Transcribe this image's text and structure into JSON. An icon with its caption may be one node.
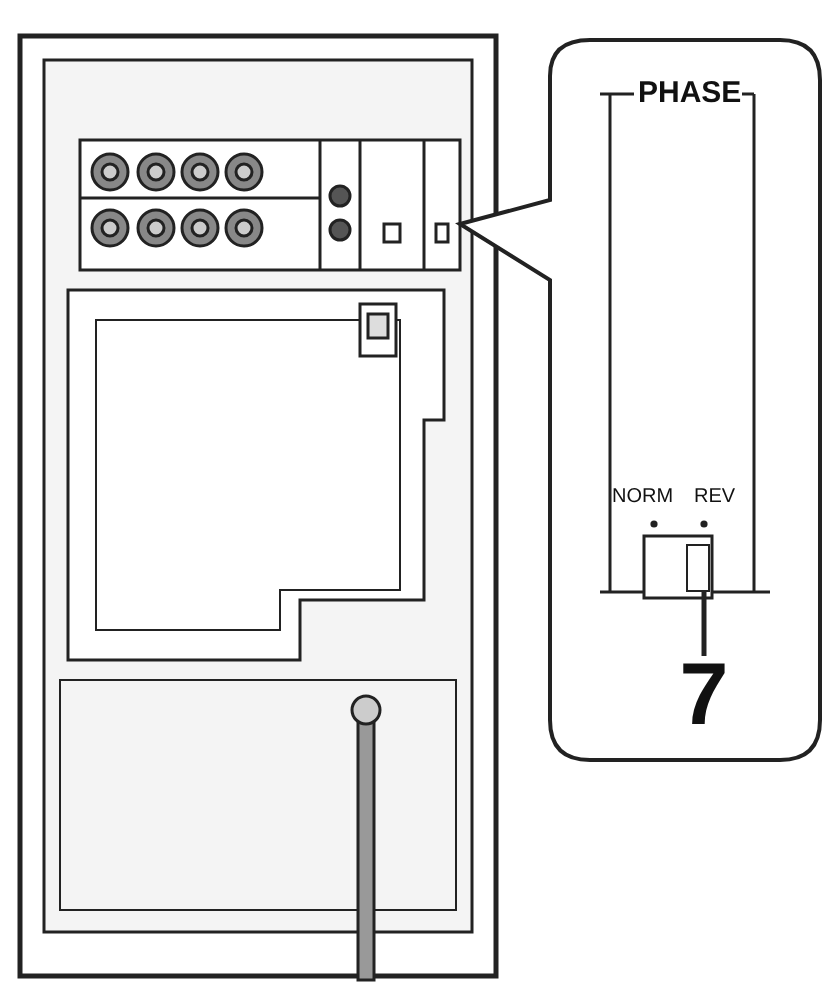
{
  "diagram": {
    "nodes": [
      {
        "text": [
          "7"
        ]
      },
      {
        "text": [],
        "shape": "box"
      }
    ],
    "edges": [
      {
        "from": 0,
        "to": 1,
        "arrow": "none"
      }
    ],
    "labels": [
      "PHASE",
      "NORM",
      "REV"
    ]
  }
}
